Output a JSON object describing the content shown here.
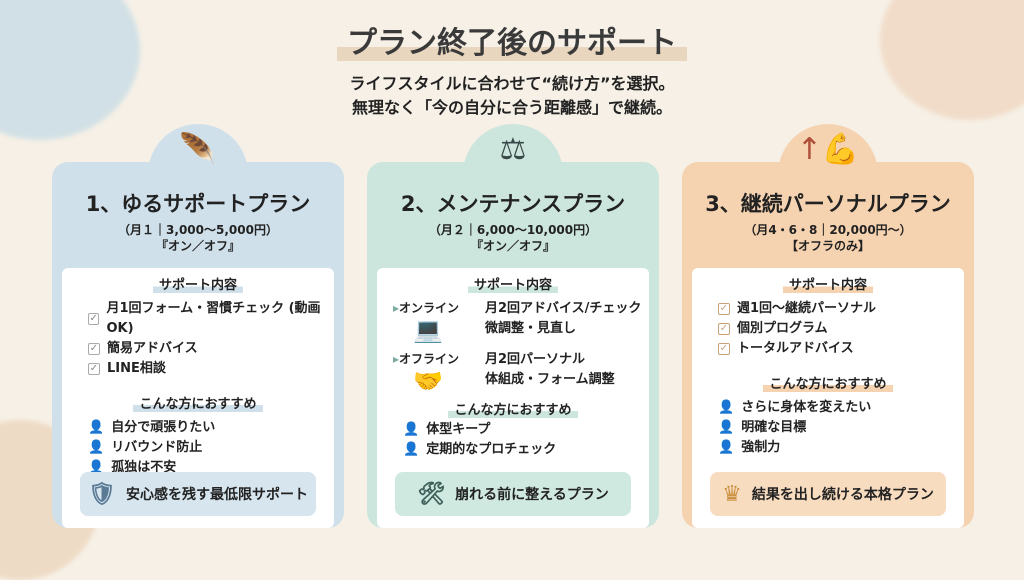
{
  "title": "プラン終了後のサポート",
  "subtitle_lines": [
    "ライフスタイルに合わせて“続け方”を選択。",
    "無理なく「今の自分に合う距離感」で継続。"
  ],
  "colors": {
    "blue": "#cfe0ea",
    "green": "#cce6de",
    "orange": "#f6d3b0",
    "bg": "#f6f0e6"
  },
  "plans": [
    {
      "icon": "feather-icon",
      "title": "1、ゆるサポートプラン",
      "price": "（月１｜3,000〜5,000円）",
      "mode": "『オン／オフ』",
      "support_heading": "サポート内容",
      "support_items": [
        "月1回フォーム・習慣チェック (動画OK)",
        "簡易アドバイス",
        "LINE相談"
      ],
      "rec_heading": "こんな方におすすめ",
      "rec_items": [
        "自分で頑張りたい",
        "リバウンド防止",
        "孤独は不安"
      ],
      "footer_icon": "shield-icon",
      "footer": "安心感を残す最低限サポート"
    },
    {
      "icon": "scale-icon",
      "title": "2、メンテナンスプラン",
      "price": "（月２｜6,000〜10,000円）",
      "mode": "『オン／オフ』",
      "support_heading": "サポート内容",
      "rows": [
        {
          "label": "オンライン",
          "icon": "laptop-icon",
          "items": [
            "月2回アドバイス/チェック",
            "微調整・見直し"
          ]
        },
        {
          "label": "オフライン",
          "icon": "handshake-icon",
          "items": [
            "月2回パーソナル",
            "体組成・フォーム調整"
          ]
        }
      ],
      "rec_heading": "こんな方におすすめ",
      "rec_items": [
        "体型キープ",
        "定期的なプロチェック"
      ],
      "footer_icon": "tools-icon",
      "footer": "崩れる前に整えるプラン"
    },
    {
      "icon": "muscle-arrow-icon",
      "title": "3、継続パーソナルプラン",
      "price": "（月4・6・8｜20,000円〜）",
      "mode": "【オフラのみ】",
      "support_heading": "サポート内容",
      "support_items": [
        "週1回〜継続パーソナル",
        "個別プログラム",
        "トータルアドバイス"
      ],
      "rec_heading": "こんな方におすすめ",
      "rec_items": [
        "さらに身体を変えたい",
        "明確な目標",
        "強制力"
      ],
      "footer_icon": "crown-icon",
      "footer": "結果を出し続ける本格プラン"
    }
  ]
}
